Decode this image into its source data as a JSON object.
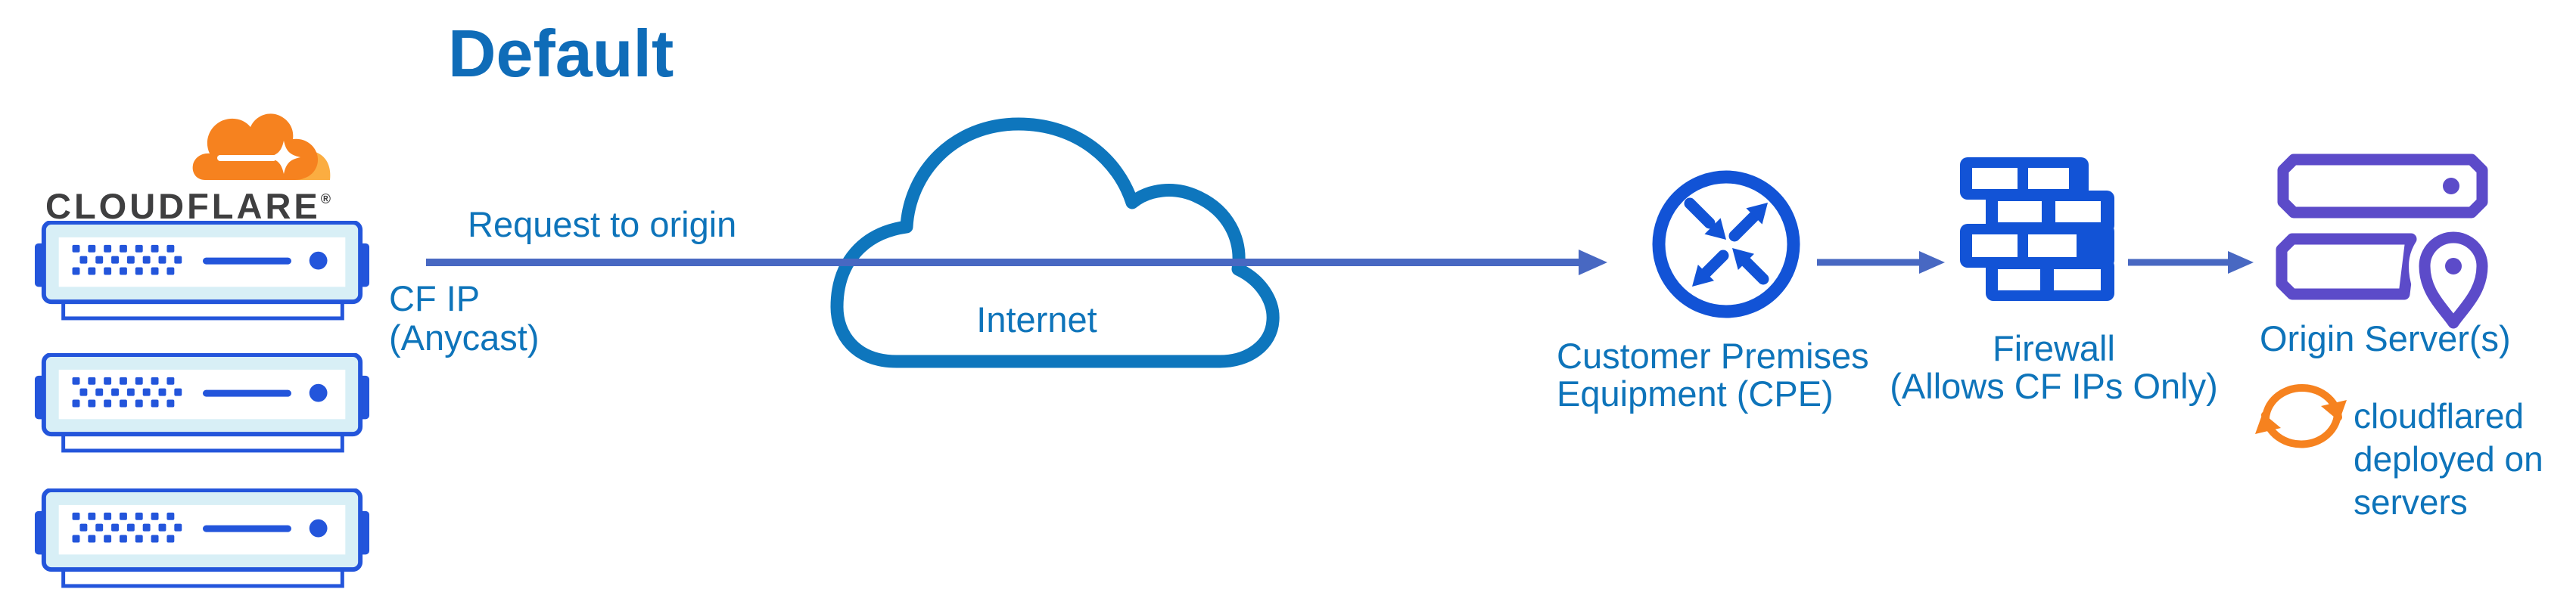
{
  "title": "Default",
  "logo": {
    "wordmark": "CLOUDFLARE",
    "registered_mark": "®"
  },
  "edge": {
    "request_label": "Request to origin",
    "ip_label_line1": "CF IP",
    "ip_label_line2": "(Anycast)",
    "server_count": 3
  },
  "internet": {
    "label": "Internet"
  },
  "cpe": {
    "label_line1": "Customer Premises",
    "label_line2": "Equipment (CPE)"
  },
  "firewall": {
    "label_line1": "Firewall",
    "label_line2": "(Allows CF IPs Only)"
  },
  "origin": {
    "label": "Origin Server(s)",
    "note_line1": "cloudflared",
    "note_line2": "deployed on",
    "note_line3": "servers"
  },
  "icons": {
    "cloudflare_logo": "cloudflare-cloud",
    "edge_server": "server-rack",
    "internet": "cloud-outline",
    "cpe": "router-circle-arrows",
    "firewall": "brick-wall",
    "origin": "stacked-servers-with-location-pin",
    "cloudflared": "sync-arrows"
  },
  "colors": {
    "text_blue": "#0E74BA",
    "title_blue": "#0F6CB8",
    "arrow_slate_blue": "#4868C2",
    "icon_blue": "#1253D6",
    "server_blue": "#2355DB",
    "server_fill_cyan": "#D8EFF6",
    "cloud_stroke_blue": "#0E76BD",
    "origin_purple": "#5C4BC9",
    "cloudflare_orange": "#F6821F",
    "cloudflare_orange_light": "#FBAD41",
    "wordmark_gray": "#3F3F40",
    "background": "#FFFFFF"
  }
}
